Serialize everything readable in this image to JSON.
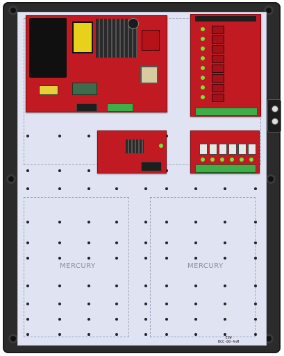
{
  "enclosure": {
    "plate_label_left": "MERCURY",
    "plate_label_right": "MERCURY",
    "stamp_line1": "ESW",
    "stamp_line2": "RCC-00-4nM"
  },
  "colors": {
    "board": "#c21a22",
    "plate": "#dfe3f2",
    "enclosure": "#2b2b2b",
    "terminal": "#3fae49",
    "led": "#6ee83c"
  }
}
